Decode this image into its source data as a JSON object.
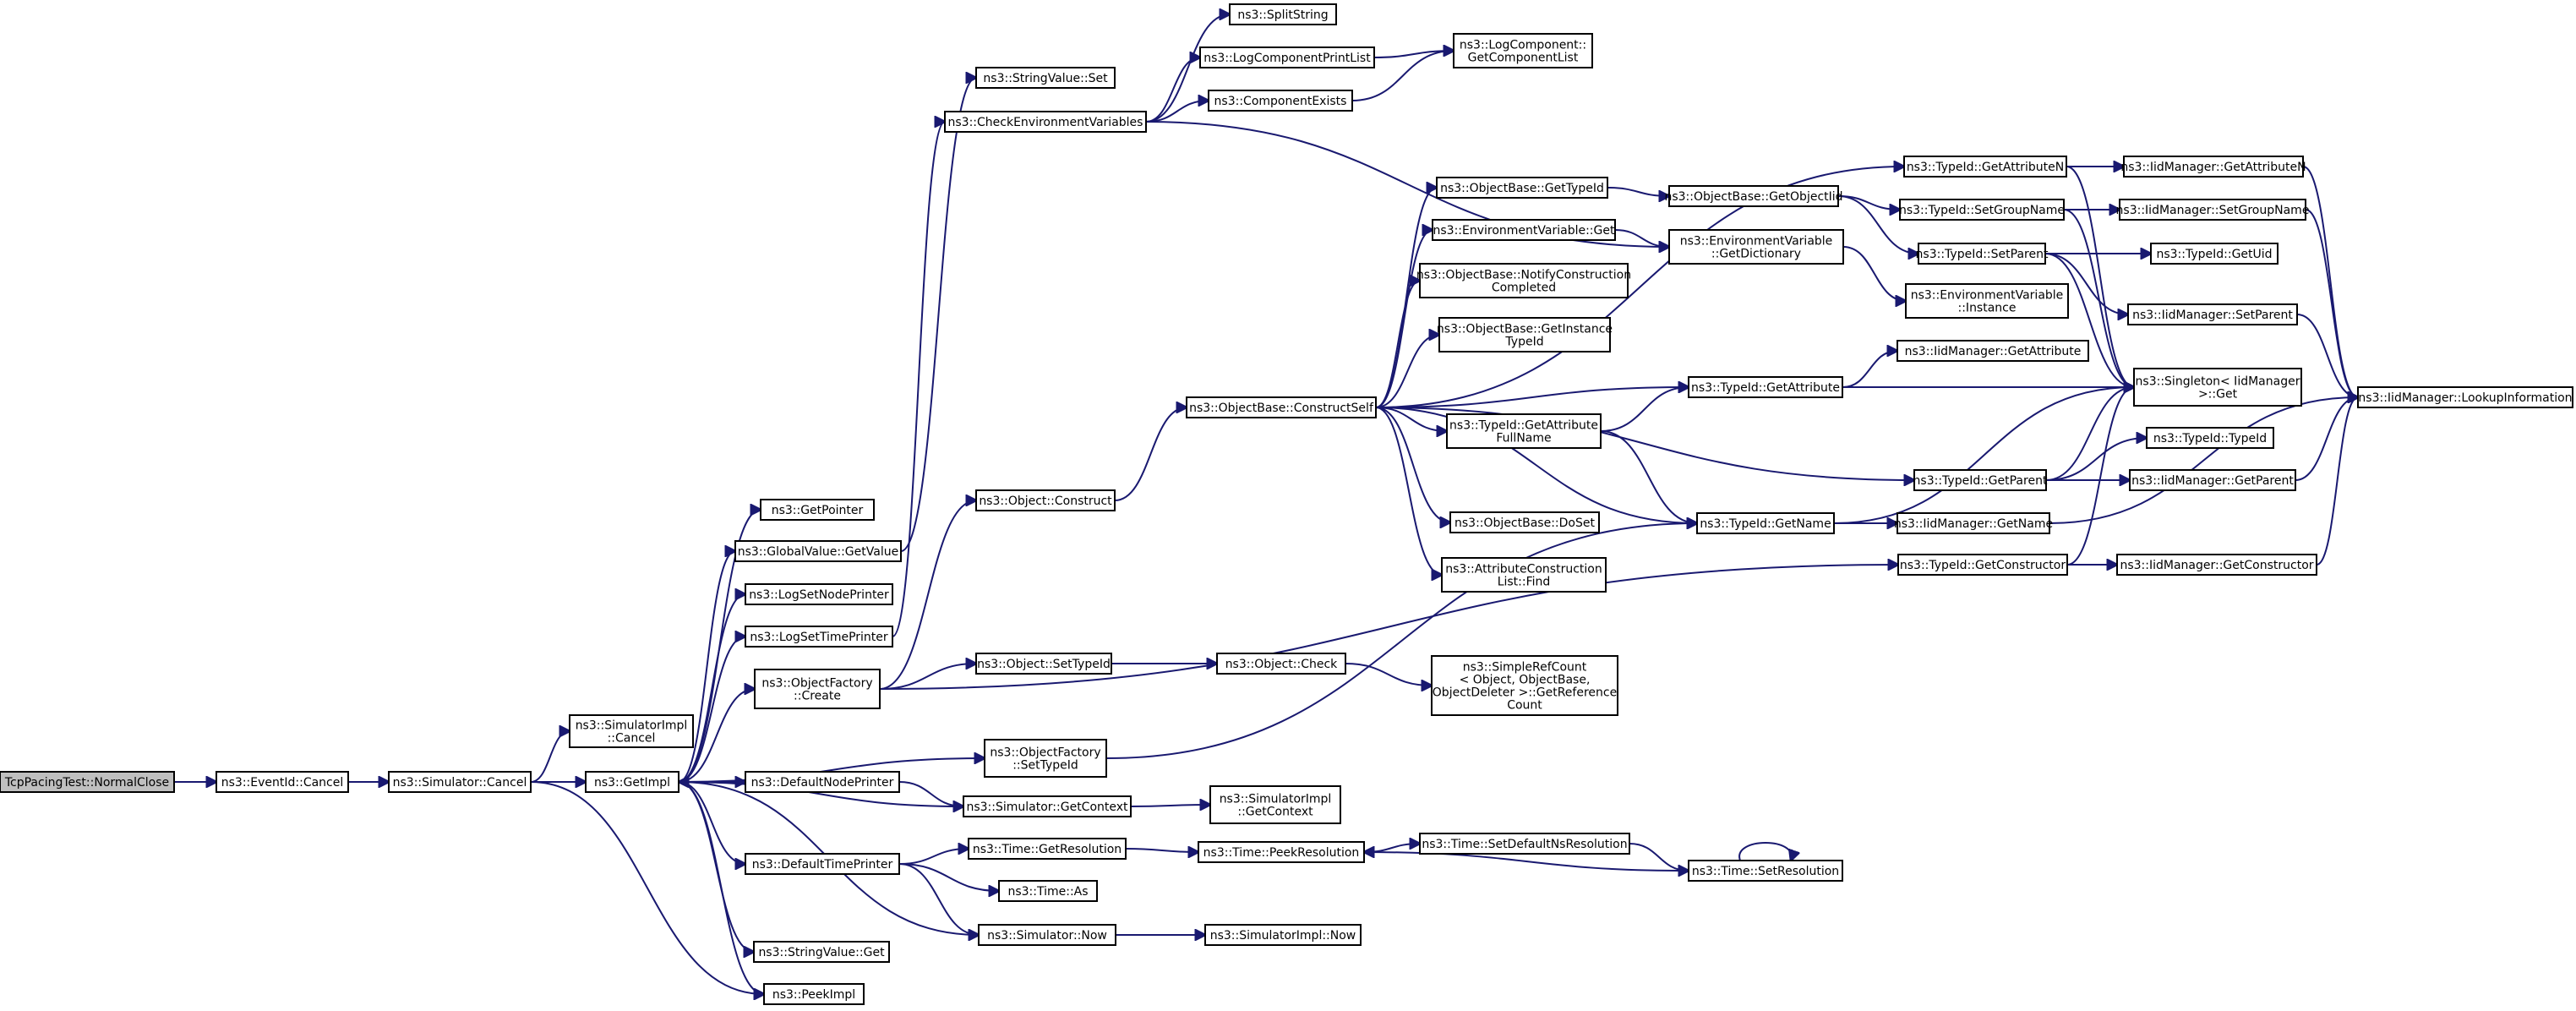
{
  "diagram": {
    "colors": {
      "edge": "#191970",
      "node_border": "#000000",
      "root_fill": "#bfbfbf",
      "node_fill": "#ffffff"
    },
    "nodes": [
      {
        "id": "root",
        "lines": [
          "TcpPacingTest::NormalClose"
        ],
        "root": true
      },
      {
        "id": "eventid_cancel",
        "lines": [
          "ns3::EventId::Cancel"
        ]
      },
      {
        "id": "simulator_cancel",
        "lines": [
          "ns3::Simulator::Cancel"
        ]
      },
      {
        "id": "simimpl_cancel",
        "lines": [
          "ns3::SimulatorImpl",
          "::Cancel"
        ]
      },
      {
        "id": "getimpl",
        "lines": [
          "ns3::GetImpl"
        ]
      },
      {
        "id": "getpointer",
        "lines": [
          "ns3::GetPointer"
        ]
      },
      {
        "id": "globalvalue_getvalue",
        "lines": [
          "ns3::GlobalValue::GetValue"
        ]
      },
      {
        "id": "logsetnodeprinter",
        "lines": [
          "ns3::LogSetNodePrinter"
        ]
      },
      {
        "id": "logsettimeprinter",
        "lines": [
          "ns3::LogSetTimePrinter"
        ]
      },
      {
        "id": "objectfactory_create",
        "lines": [
          "ns3::ObjectFactory",
          "::Create"
        ]
      },
      {
        "id": "defaultnodeprinter",
        "lines": [
          "ns3::DefaultNodePrinter"
        ]
      },
      {
        "id": "defaulttimeprinter",
        "lines": [
          "ns3::DefaultTimePrinter"
        ]
      },
      {
        "id": "stringvalue_get",
        "lines": [
          "ns3::StringValue::Get"
        ]
      },
      {
        "id": "peekimpl",
        "lines": [
          "ns3::PeekImpl"
        ]
      },
      {
        "id": "stringvalue_set",
        "lines": [
          "ns3::StringValue::Set"
        ]
      },
      {
        "id": "checkenv",
        "lines": [
          "ns3::CheckEnvironmentVariables"
        ]
      },
      {
        "id": "splitstring",
        "lines": [
          "ns3::SplitString"
        ]
      },
      {
        "id": "logcomponentprintlist",
        "lines": [
          "ns3::LogComponentPrintList"
        ]
      },
      {
        "id": "componentexists",
        "lines": [
          "ns3::ComponentExists"
        ]
      },
      {
        "id": "getcomponentlist",
        "lines": [
          "ns3::LogComponent::",
          "GetComponentList"
        ]
      },
      {
        "id": "object_construct",
        "lines": [
          "ns3::Object::Construct"
        ]
      },
      {
        "id": "object_settypeid",
        "lines": [
          "ns3::Object::SetTypeId"
        ]
      },
      {
        "id": "objectfactory_settypeid",
        "lines": [
          "ns3::ObjectFactory",
          "::SetTypeId"
        ]
      },
      {
        "id": "simulator_getcontext",
        "lines": [
          "ns3::Simulator::GetContext"
        ]
      },
      {
        "id": "time_getresolution",
        "lines": [
          "ns3::Time::GetResolution"
        ]
      },
      {
        "id": "time_as",
        "lines": [
          "ns3::Time::As"
        ]
      },
      {
        "id": "simulator_now",
        "lines": [
          "ns3::Simulator::Now"
        ]
      },
      {
        "id": "constructself",
        "lines": [
          "ns3::ObjectBase::ConstructSelf"
        ]
      },
      {
        "id": "object_check",
        "lines": [
          "ns3::Object::Check"
        ]
      },
      {
        "id": "simimpl_getcontext",
        "lines": [
          "ns3::SimulatorImpl",
          "::GetContext"
        ]
      },
      {
        "id": "time_peekresolution",
        "lines": [
          "ns3::Time::PeekResolution"
        ]
      },
      {
        "id": "simimpl_now",
        "lines": [
          "ns3::SimulatorImpl::Now"
        ]
      },
      {
        "id": "objectbase_gettypeid",
        "lines": [
          "ns3::ObjectBase::GetTypeId"
        ]
      },
      {
        "id": "envvar_get",
        "lines": [
          "ns3::EnvironmentVariable::Get"
        ]
      },
      {
        "id": "notifyconstruction",
        "lines": [
          "ns3::ObjectBase::NotifyConstruction",
          "Completed"
        ]
      },
      {
        "id": "getinstancetypeid",
        "lines": [
          "ns3::ObjectBase::GetInstance",
          "TypeId"
        ]
      },
      {
        "id": "typeid_getattributefullname",
        "lines": [
          "ns3::TypeId::GetAttribute",
          "FullName"
        ]
      },
      {
        "id": "objectbase_doset",
        "lines": [
          "ns3::ObjectBase::DoSet"
        ]
      },
      {
        "id": "attrconstructionlist_find",
        "lines": [
          "ns3::AttributeConstruction",
          "List::Find"
        ]
      },
      {
        "id": "simplerefcount",
        "lines": [
          "ns3::SimpleRefCount",
          "< Object, ObjectBase,",
          "ObjectDeleter >::GetReference",
          "Count"
        ]
      },
      {
        "id": "time_setdefaultnsresolution",
        "lines": [
          "ns3::Time::SetDefaultNsResolution"
        ]
      },
      {
        "id": "objectbase_getobjectiid",
        "lines": [
          "ns3::ObjectBase::GetObjectIid"
        ]
      },
      {
        "id": "envvar_getdictionary",
        "lines": [
          "ns3::EnvironmentVariable",
          "::GetDictionary"
        ]
      },
      {
        "id": "typeid_getattribute",
        "lines": [
          "ns3::TypeId::GetAttribute"
        ]
      },
      {
        "id": "typeid_getname",
        "lines": [
          "ns3::TypeId::GetName"
        ]
      },
      {
        "id": "time_setresolution",
        "lines": [
          "ns3::Time::SetResolution"
        ]
      },
      {
        "id": "typeid_getattributen",
        "lines": [
          "ns3::TypeId::GetAttributeN"
        ]
      },
      {
        "id": "typeid_setgroupname",
        "lines": [
          "ns3::TypeId::SetGroupName"
        ]
      },
      {
        "id": "typeid_setparent",
        "lines": [
          "ns3::TypeId::SetParent"
        ]
      },
      {
        "id": "envvar_instance",
        "lines": [
          "ns3::EnvironmentVariable",
          "::Instance"
        ]
      },
      {
        "id": "iidmanager_getattribute",
        "lines": [
          "ns3::IidManager::GetAttribute"
        ]
      },
      {
        "id": "typeid_getparent",
        "lines": [
          "ns3::TypeId::GetParent"
        ]
      },
      {
        "id": "typeid_getconstructor",
        "lines": [
          "ns3::TypeId::GetConstructor"
        ]
      },
      {
        "id": "iidmanager_getname",
        "lines": [
          "ns3::IidManager::GetName"
        ]
      },
      {
        "id": "iidmanager_getattributen",
        "lines": [
          "ns3::IidManager::GetAttributeN"
        ]
      },
      {
        "id": "iidmanager_setgroupname",
        "lines": [
          "ns3::IidManager::SetGroupName"
        ]
      },
      {
        "id": "typeid_getuid",
        "lines": [
          "ns3::TypeId::GetUid"
        ]
      },
      {
        "id": "iidmanager_setparent",
        "lines": [
          "ns3::IidManager::SetParent"
        ]
      },
      {
        "id": "singleton_get",
        "lines": [
          "ns3::Singleton< IidManager",
          ">::Get"
        ]
      },
      {
        "id": "typeid_typeid",
        "lines": [
          "ns3::TypeId::TypeId"
        ]
      },
      {
        "id": "iidmanager_getparent",
        "lines": [
          "ns3::IidManager::GetParent"
        ]
      },
      {
        "id": "iidmanager_getconstructor",
        "lines": [
          "ns3::IidManager::GetConstructor"
        ]
      },
      {
        "id": "iidmanager_lookupinformation",
        "lines": [
          "ns3::IidManager::LookupInformation"
        ]
      }
    ],
    "edges": [
      [
        "root",
        "eventid_cancel"
      ],
      [
        "eventid_cancel",
        "simulator_cancel"
      ],
      [
        "simulator_cancel",
        "simimpl_cancel"
      ],
      [
        "simulator_cancel",
        "getimpl"
      ],
      [
        "simulator_cancel",
        "peekimpl"
      ],
      [
        "getimpl",
        "getpointer"
      ],
      [
        "getimpl",
        "globalvalue_getvalue"
      ],
      [
        "getimpl",
        "logsetnodeprinter"
      ],
      [
        "getimpl",
        "logsettimeprinter"
      ],
      [
        "getimpl",
        "objectfactory_create"
      ],
      [
        "getimpl",
        "objectfactory_settypeid"
      ],
      [
        "getimpl",
        "defaultnodeprinter"
      ],
      [
        "getimpl",
        "defaulttimeprinter"
      ],
      [
        "getimpl",
        "stringvalue_get"
      ],
      [
        "getimpl",
        "peekimpl"
      ],
      [
        "getimpl",
        "simulator_now"
      ],
      [
        "globalvalue_getvalue",
        "stringvalue_set"
      ],
      [
        "logsettimeprinter",
        "checkenv"
      ],
      [
        "checkenv",
        "splitstring"
      ],
      [
        "checkenv",
        "logcomponentprintlist"
      ],
      [
        "checkenv",
        "componentexists"
      ],
      [
        "checkenv",
        "envvar_getdictionary"
      ],
      [
        "logcomponentprintlist",
        "getcomponentlist"
      ],
      [
        "componentexists",
        "getcomponentlist"
      ],
      [
        "objectfactory_create",
        "object_construct"
      ],
      [
        "objectfactory_create",
        "object_settypeid"
      ],
      [
        "objectfactory_create",
        "typeid_getconstructor"
      ],
      [
        "object_construct",
        "constructself"
      ],
      [
        "object_settypeid",
        "object_check"
      ],
      [
        "object_check",
        "simplerefcount"
      ],
      [
        "objectfactory_settypeid",
        "typeid_getname"
      ],
      [
        "defaultnodeprinter",
        "simulator_getcontext"
      ],
      [
        "simulator_getcontext",
        "getimpl"
      ],
      [
        "simulator_getcontext",
        "simimpl_getcontext"
      ],
      [
        "defaulttimeprinter",
        "time_getresolution"
      ],
      [
        "defaulttimeprinter",
        "time_as"
      ],
      [
        "defaulttimeprinter",
        "simulator_now"
      ],
      [
        "simulator_now",
        "simimpl_now"
      ],
      [
        "time_getresolution",
        "time_peekresolution"
      ],
      [
        "time_peekresolution",
        "time_setdefaultnsresolution"
      ],
      [
        "time_setdefaultnsresolution",
        "time_setresolution"
      ],
      [
        "time_setresolution",
        "time_peekresolution"
      ],
      [
        "time_setresolution",
        "time_setresolution"
      ],
      [
        "constructself",
        "typeid_getattributen"
      ],
      [
        "constructself",
        "objectbase_gettypeid"
      ],
      [
        "constructself",
        "envvar_get"
      ],
      [
        "constructself",
        "notifyconstruction"
      ],
      [
        "constructself",
        "getinstancetypeid"
      ],
      [
        "constructself",
        "typeid_getattribute"
      ],
      [
        "constructself",
        "typeid_getattributefullname"
      ],
      [
        "constructself",
        "typeid_getparent"
      ],
      [
        "constructself",
        "objectbase_doset"
      ],
      [
        "constructself",
        "attrconstructionlist_find"
      ],
      [
        "constructself",
        "typeid_getname"
      ],
      [
        "objectbase_gettypeid",
        "objectbase_getobjectiid"
      ],
      [
        "objectbase_getobjectiid",
        "typeid_setgroupname"
      ],
      [
        "objectbase_getobjectiid",
        "typeid_setparent"
      ],
      [
        "envvar_get",
        "envvar_getdictionary"
      ],
      [
        "envvar_getdictionary",
        "envvar_instance"
      ],
      [
        "typeid_getattributefullname",
        "typeid_getattribute"
      ],
      [
        "typeid_getattributefullname",
        "typeid_getname"
      ],
      [
        "typeid_getattribute",
        "iidmanager_getattribute"
      ],
      [
        "typeid_getattribute",
        "singleton_get"
      ],
      [
        "typeid_getname",
        "iidmanager_getname"
      ],
      [
        "typeid_getname",
        "singleton_get"
      ],
      [
        "typeid_getattributen",
        "iidmanager_getattributen"
      ],
      [
        "typeid_getattributen",
        "singleton_get"
      ],
      [
        "typeid_setgroupname",
        "iidmanager_setgroupname"
      ],
      [
        "typeid_setgroupname",
        "singleton_get"
      ],
      [
        "typeid_setparent",
        "typeid_getuid"
      ],
      [
        "typeid_setparent",
        "iidmanager_setparent"
      ],
      [
        "typeid_setparent",
        "singleton_get"
      ],
      [
        "typeid_getparent",
        "typeid_typeid"
      ],
      [
        "typeid_getparent",
        "iidmanager_getparent"
      ],
      [
        "typeid_getparent",
        "singleton_get"
      ],
      [
        "typeid_getconstructor",
        "iidmanager_getconstructor"
      ],
      [
        "typeid_getconstructor",
        "singleton_get"
      ],
      [
        "iidmanager_getattributen",
        "iidmanager_lookupinformation"
      ],
      [
        "iidmanager_setgroupname",
        "iidmanager_lookupinformation"
      ],
      [
        "iidmanager_setparent",
        "iidmanager_lookupinformation"
      ],
      [
        "iidmanager_getparent",
        "iidmanager_lookupinformation"
      ],
      [
        "iidmanager_getname",
        "iidmanager_lookupinformation"
      ],
      [
        "iidmanager_getconstructor",
        "iidmanager_lookupinformation"
      ]
    ]
  }
}
